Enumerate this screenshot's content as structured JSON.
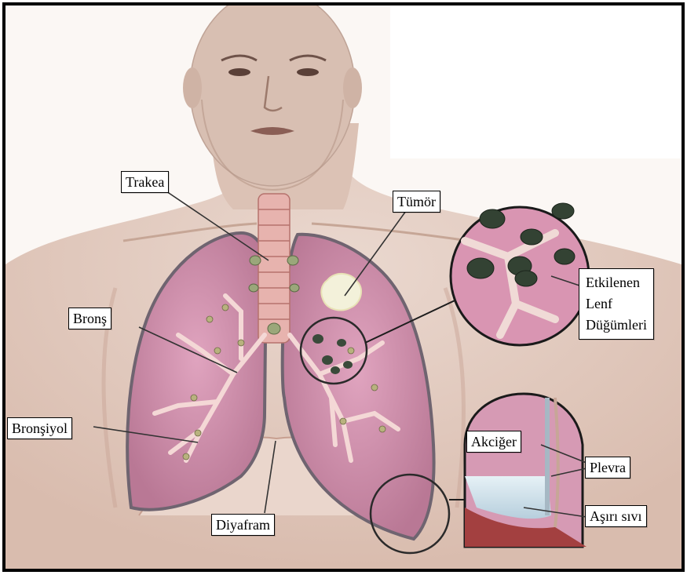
{
  "labels": {
    "trakea": "Trakea",
    "tumor": "Tümör",
    "bronch": "Bronş",
    "bronchiole": "Bronşiyol",
    "diaphragm": "Diyafram",
    "lymph_nodes": [
      "Etkilenen",
      "Lenf",
      "Düğümleri"
    ],
    "lung": "Akciğer",
    "pleura": "Plevra",
    "fluid": "Aşırı sıvı"
  },
  "colors": {
    "frame_border": "#000000",
    "skin": "#e3cbbf",
    "lung_fill": "#cf8fab",
    "lung_outline": "#7f6f78",
    "tumor": "#f1f0d8",
    "lymph_node": "#2f3f2f",
    "airway": "#f3d2cf",
    "fluid": "#cfe2ec"
  },
  "icons": {
    "inset_magnifier": "lymph-node-inset-icon",
    "inset_pleura": "pleural-effusion-inset-icon"
  }
}
